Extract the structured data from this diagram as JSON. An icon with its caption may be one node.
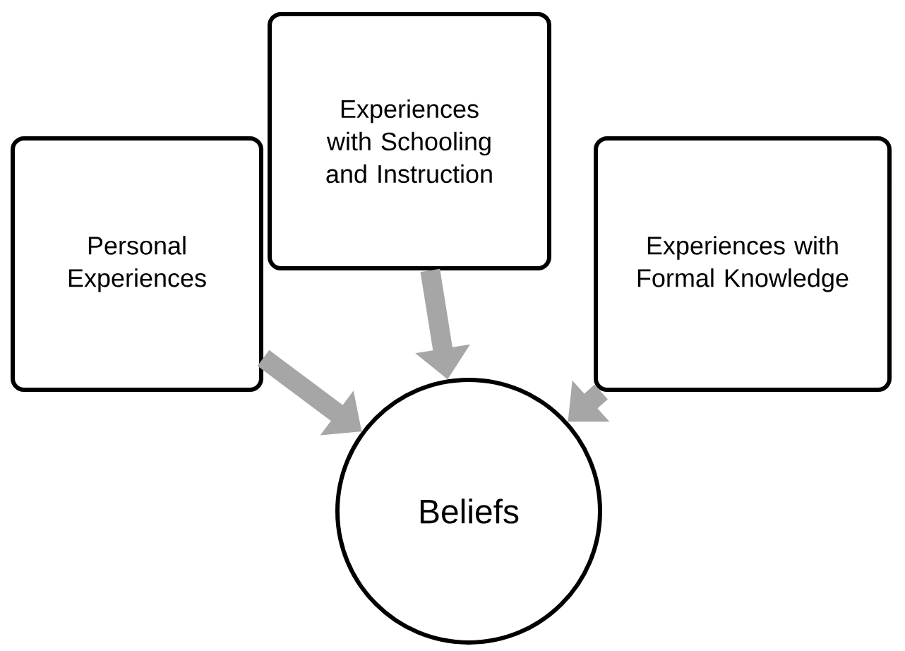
{
  "diagram": {
    "nodes": [
      {
        "text": [
          "Personal Experiences"
        ]
      },
      {
        "text": [
          "Experiences with Schooling and Instruction"
        ]
      },
      {
        "text": [
          "Experiences with Formal Knowledge"
        ]
      },
      {
        "text": [
          "Beliefs"
        ]
      }
    ],
    "edges": [
      {
        "from": 0,
        "to": 3,
        "arrow": "to"
      },
      {
        "from": 1,
        "to": 3,
        "arrow": "to"
      },
      {
        "from": 2,
        "to": 3,
        "arrow": "to"
      }
    ]
  }
}
